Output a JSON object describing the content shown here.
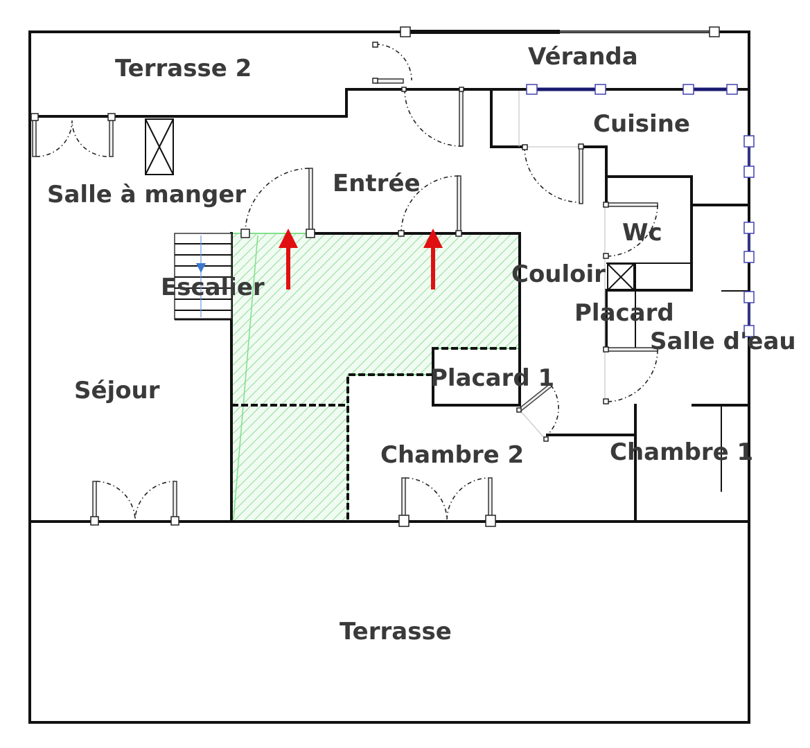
{
  "plan": {
    "rooms": [
      {
        "id": "terrasse-2",
        "label": "Terrasse 2"
      },
      {
        "id": "veranda",
        "label": "Véranda"
      },
      {
        "id": "cuisine",
        "label": "Cuisine"
      },
      {
        "id": "entree",
        "label": "Entrée"
      },
      {
        "id": "salle-a-manger",
        "label": "Salle à manger"
      },
      {
        "id": "wc",
        "label": "Wc"
      },
      {
        "id": "escalier",
        "label": "Escalier"
      },
      {
        "id": "couloir",
        "label": "Couloir"
      },
      {
        "id": "placard",
        "label": "Placard"
      },
      {
        "id": "salle-d-eau",
        "label": "Salle d'eau"
      },
      {
        "id": "sejour",
        "label": "Séjour"
      },
      {
        "id": "placard-1",
        "label": "Placard 1"
      },
      {
        "id": "chambre-2",
        "label": "Chambre 2"
      },
      {
        "id": "chambre-1",
        "label": "Chambre 1"
      },
      {
        "id": "terrasse",
        "label": "Terrasse"
      }
    ],
    "colors": {
      "wall": "#111111",
      "highlight_zone": "#7ee08a",
      "arrow": "#e01010",
      "window_selected": "#3a3aa0",
      "stair_arrow": "#3a78d0"
    }
  }
}
